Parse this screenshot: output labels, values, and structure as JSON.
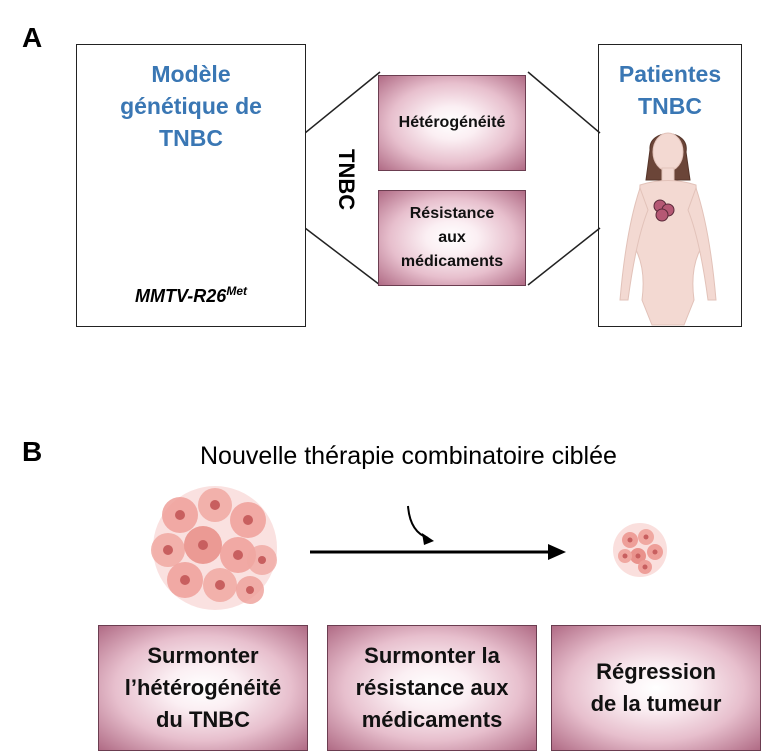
{
  "panel_a": {
    "letter": "A",
    "left_title": [
      "Modèle",
      "génétique de",
      "TNBC"
    ],
    "mouse_label_main": "MMTV-R26",
    "mouse_label_sup": "Met",
    "center_label": "TNBC",
    "box_top": "Hétérogénéité",
    "box_bottom": [
      "Résistance",
      "aux",
      "médicaments"
    ],
    "right_title": [
      "Patientes",
      "TNBC"
    ]
  },
  "panel_b": {
    "letter": "B",
    "therapy_label": "Nouvelle thérapie combinatoire ciblée",
    "box1": [
      "Surmonter",
      "l’hétérogénéité",
      "du TNBC"
    ],
    "box2": [
      "Surmonter la",
      "résistance aux",
      "médicaments"
    ],
    "box3": [
      "Régression",
      "de la tumeur"
    ]
  },
  "colors": {
    "title_blue": "#3a77b4",
    "box_dark": "#b06b85",
    "tumor": "#c05a78"
  }
}
